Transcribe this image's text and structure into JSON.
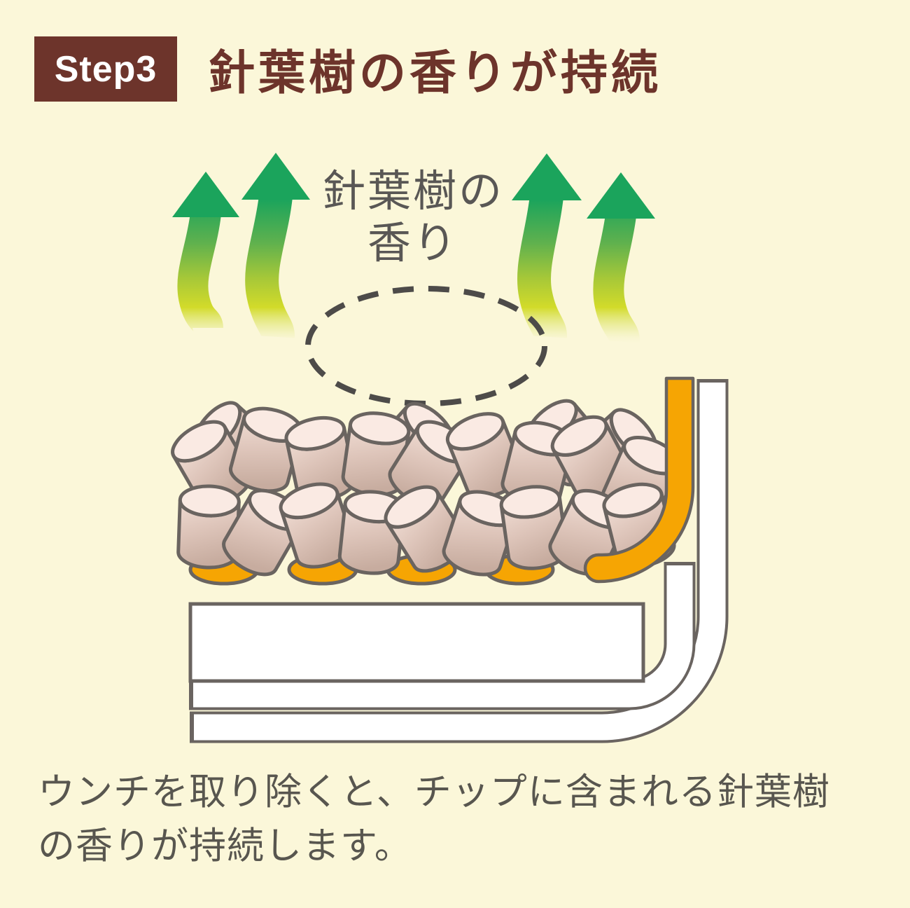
{
  "page": {
    "background_color": "#FBF7D9"
  },
  "header": {
    "step_badge_label": "Step3",
    "title": "針葉樹の香りが持続",
    "badge_background": "#6D342B",
    "badge_text_color": "#FFFFFF",
    "title_color": "#6D342B"
  },
  "diagram": {
    "scent_label": {
      "line1": "針葉樹の",
      "line2": "香り"
    },
    "colors": {
      "arrow_green": "#1BA45C",
      "arrow_tail_yellow_green": "#D2DB2A",
      "scent_text_gray": "#595755",
      "dashed_outline_gray": "#4D4B49",
      "sheet_orange": "#F6A503",
      "chip_body_light": "#F0DCD3",
      "chip_body_dark": "#C7AC9F",
      "chip_face_pink": "#FAEAE3",
      "outline_gray": "#6A6460",
      "tray_white": "#FFFFFF"
    }
  },
  "caption": {
    "line1": "ウンチを取り除くと、チップに含まれる針葉樹",
    "line2": "の香りが持続します。",
    "text_color": "#58564F"
  }
}
